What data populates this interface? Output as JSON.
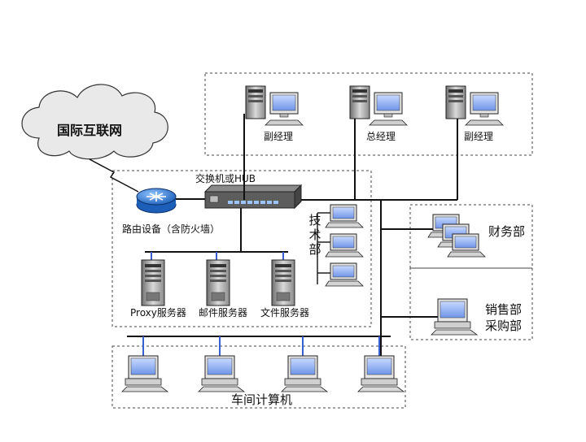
{
  "internet_label": "国际互联网",
  "router_label": "路由设备（含防火墙）",
  "switch_label": "交换机或HUB",
  "management": {
    "left_label": "副经理",
    "center_label": "总经理",
    "right_label": "副经理"
  },
  "tech_dept_label": "技术部",
  "finance_label": "财务部",
  "sales_label": "销售部",
  "purchase_label": "采购部",
  "servers": {
    "proxy_label": "Proxy服务器",
    "mail_label": "邮件服务器",
    "file_label": "文件服务器"
  },
  "workshop_label": "车间计算机"
}
